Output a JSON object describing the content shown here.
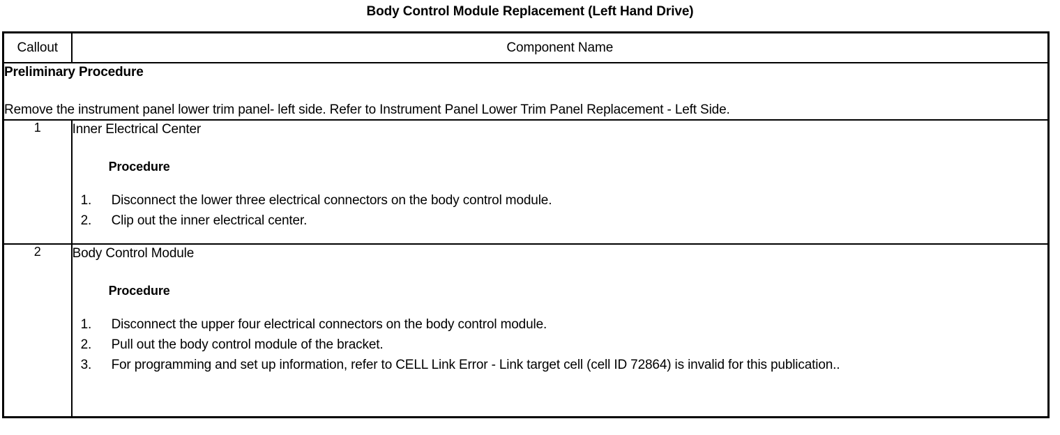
{
  "document": {
    "title": "Body Control Module Replacement (Left Hand Drive)"
  },
  "table": {
    "headers": {
      "callout": "Callout",
      "component_name": "Component Name"
    },
    "preliminary": {
      "heading": "Preliminary Procedure",
      "text": "Remove the instrument panel lower trim panel- left side. Refer to Instrument Panel Lower Trim Panel Replacement - Left Side."
    },
    "rows": [
      {
        "callout": "1",
        "component": "Inner Electrical Center",
        "procedure_label": "Procedure",
        "steps": [
          "Disconnect the lower three electrical connectors on the body control module.",
          "Clip out the inner electrical center."
        ]
      },
      {
        "callout": "2",
        "component": "Body Control Module",
        "procedure_label": "Procedure",
        "steps": [
          "Disconnect the upper four electrical connectors on the body control module.",
          "Pull out the body control module of the bracket.",
          "For programming and set up information, refer to CELL Link Error - Link target cell (cell ID 72864) is invalid for this publication.."
        ]
      }
    ]
  }
}
